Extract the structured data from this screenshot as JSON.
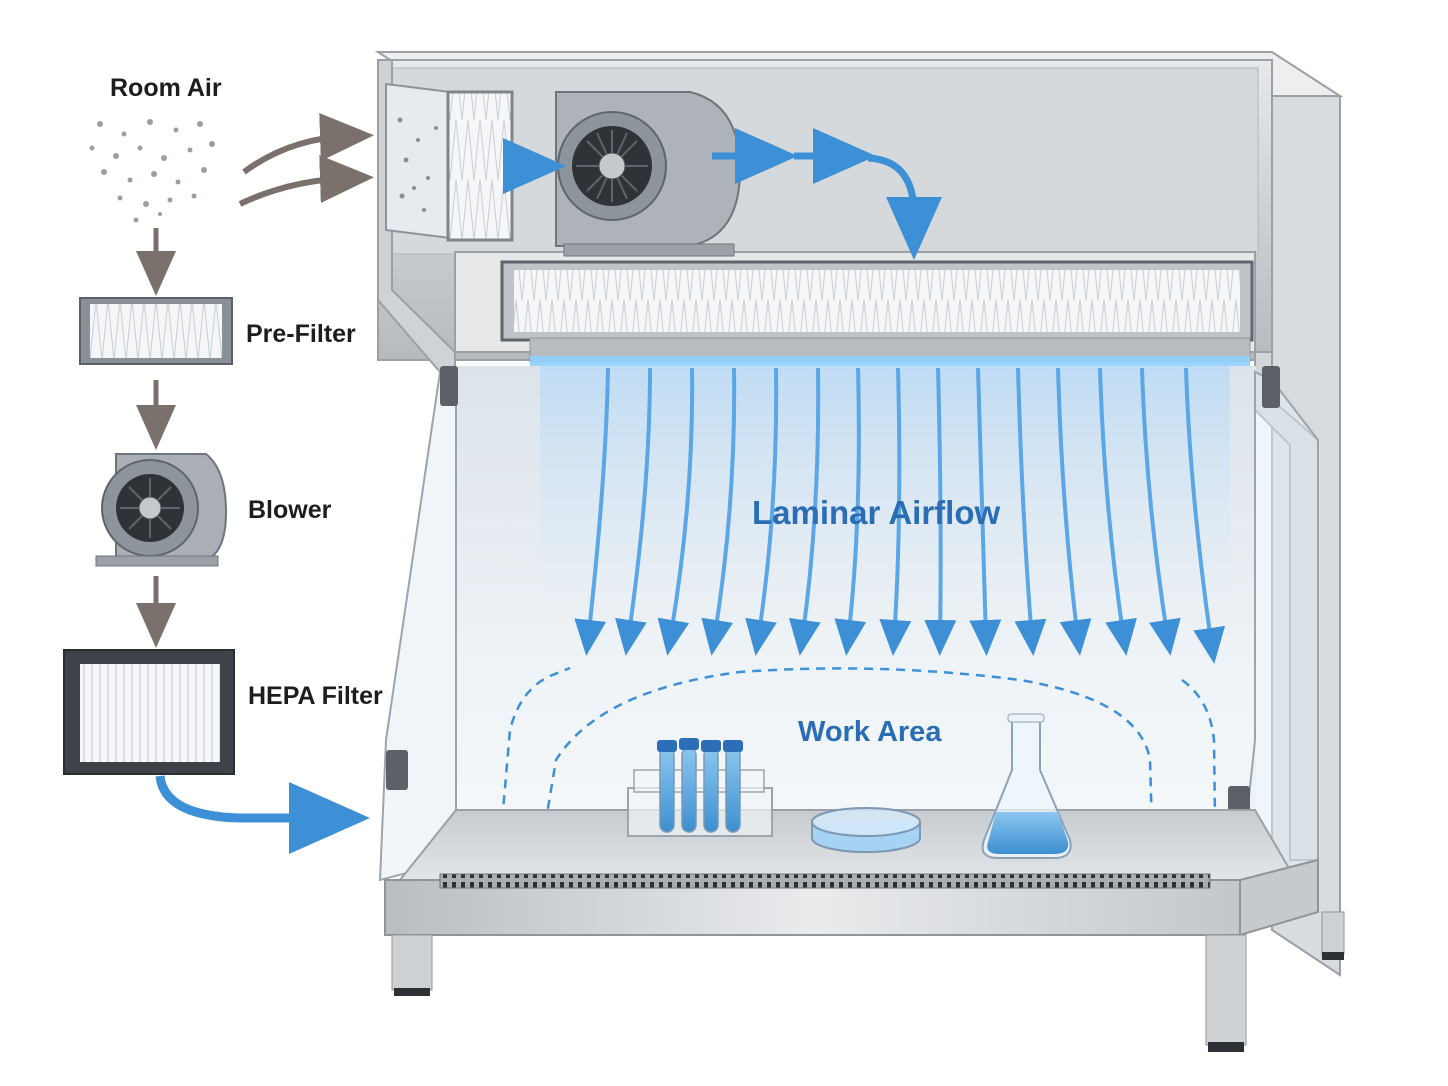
{
  "labels": {
    "room_air": "Room Air",
    "pre_filter": "Pre-Filter",
    "blower": "Blower",
    "hepa_filter": "HEPA Filter",
    "laminar_airflow": "Laminar Airflow",
    "work_area": "Work Area"
  },
  "colors": {
    "airflow_blue": "#3d8fd6",
    "label_blue": "#2a6db5",
    "steel": "#c9ccd0",
    "process_arrow": "#7a716c"
  },
  "icons": [
    "particles-icon",
    "pre-filter-icon",
    "blower-icon",
    "hepa-filter-icon",
    "test-tube-rack-icon",
    "petri-dish-icon",
    "flask-icon"
  ]
}
